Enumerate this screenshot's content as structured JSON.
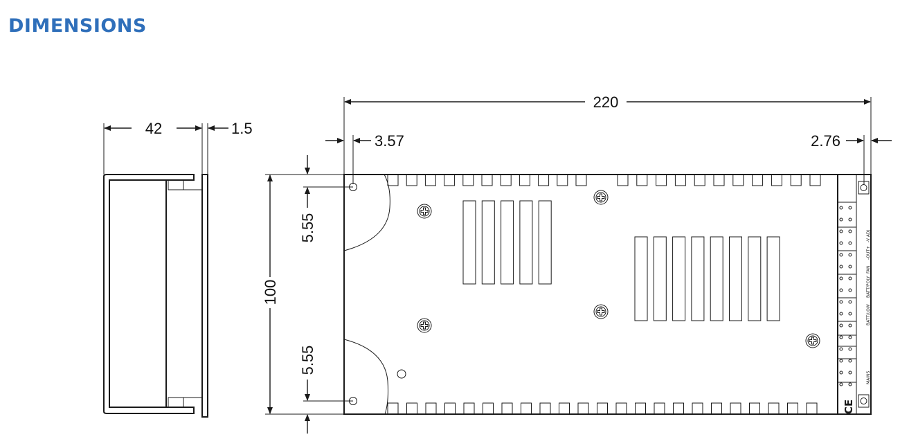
{
  "title": "DIMENSIONS",
  "dimensions": {
    "side_depth": "42",
    "flange_thickness": "1.5",
    "overall_length": "220",
    "left_hole_offset": "3.57",
    "right_hole_offset": "2.76",
    "width": "100",
    "top_hole_offset": "5.55",
    "bottom_hole_offset": "5.55"
  },
  "terminal_labels": [
    "-V ADJ",
    "-OUT+",
    "BATT/LOW",
    "BATT/POLY",
    "FAN",
    "MAINS"
  ],
  "ce_mark": "CE",
  "colors": {
    "title": "#2f6fba",
    "line": "#1a1a1a"
  }
}
